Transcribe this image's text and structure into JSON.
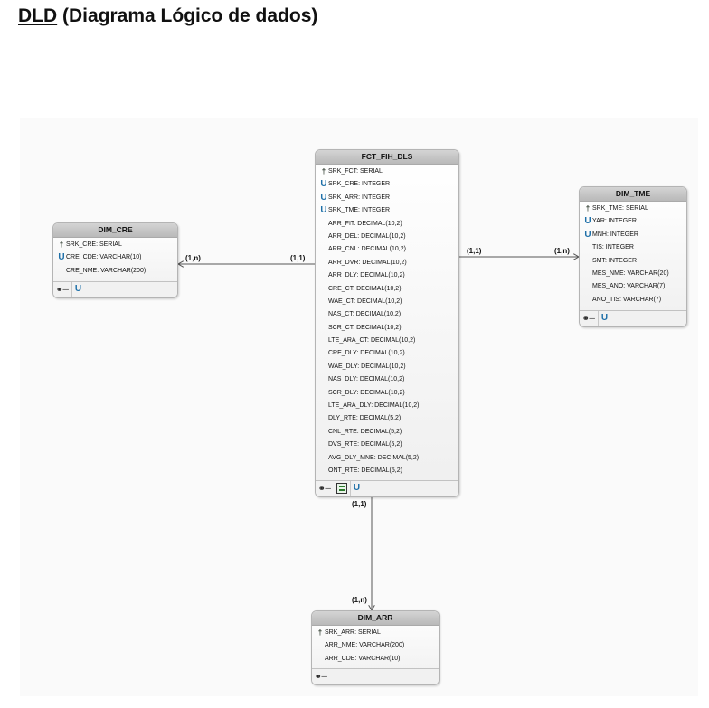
{
  "title": {
    "abbr": "DLD",
    "rest": " (Diagrama Lógico de dados)"
  },
  "colors": {
    "header": "#c3c3c3",
    "fk_icon": "#1d6fa8",
    "line": "#555555"
  },
  "icons": {
    "pk": "key-icon",
    "fk": "foreign-key-u-icon",
    "index": "index-icon"
  },
  "entities": {
    "fct": {
      "name": "FCT_FIH_DLS",
      "fields": [
        {
          "text": "SRK_FCT: SERIAL",
          "mark": "pk"
        },
        {
          "text": "SRK_CRE: INTEGER",
          "mark": "fk"
        },
        {
          "text": "SRK_ARR: INTEGER",
          "mark": "fk"
        },
        {
          "text": "SRK_TME: INTEGER",
          "mark": "fk"
        },
        {
          "text": "ARR_FIT: DECIMAL(10,2)",
          "mark": ""
        },
        {
          "text": "ARR_DEL: DECIMAL(10,2)",
          "mark": ""
        },
        {
          "text": "ARR_CNL: DECIMAL(10,2)",
          "mark": ""
        },
        {
          "text": "ARR_DVR: DECIMAL(10,2)",
          "mark": ""
        },
        {
          "text": "ARR_DLY: DECIMAL(10,2)",
          "mark": ""
        },
        {
          "text": "CRE_CT: DECIMAL(10,2)",
          "mark": ""
        },
        {
          "text": "WAE_CT: DECIMAL(10,2)",
          "mark": ""
        },
        {
          "text": "NAS_CT: DECIMAL(10,2)",
          "mark": ""
        },
        {
          "text": "SCR_CT: DECIMAL(10,2)",
          "mark": ""
        },
        {
          "text": "LTE_ARA_CT: DECIMAL(10,2)",
          "mark": ""
        },
        {
          "text": "CRE_DLY: DECIMAL(10,2)",
          "mark": ""
        },
        {
          "text": "WAE_DLY: DECIMAL(10,2)",
          "mark": ""
        },
        {
          "text": "NAS_DLY: DECIMAL(10,2)",
          "mark": ""
        },
        {
          "text": "SCR_DLY: DECIMAL(10,2)",
          "mark": ""
        },
        {
          "text": "LTE_ARA_DLY: DECIMAL(10,2)",
          "mark": ""
        },
        {
          "text": "DLY_RTE: DECIMAL(5,2)",
          "mark": ""
        },
        {
          "text": "CNL_RTE: DECIMAL(5,2)",
          "mark": ""
        },
        {
          "text": "DVS_RTE: DECIMAL(5,2)",
          "mark": ""
        },
        {
          "text": "AVG_DLY_MNE: DECIMAL(5,2)",
          "mark": ""
        },
        {
          "text": "ONT_RTE: DECIMAL(5,2)",
          "mark": ""
        }
      ]
    },
    "cre": {
      "name": "DIM_CRE",
      "fields": [
        {
          "text": "SRK_CRE: SERIAL",
          "mark": "pk"
        },
        {
          "text": "CRE_CDE: VARCHAR(10)",
          "mark": "fk"
        },
        {
          "text": "CRE_NME: VARCHAR(200)",
          "mark": ""
        }
      ]
    },
    "tme": {
      "name": "DIM_TME",
      "fields": [
        {
          "text": "SRK_TME: SERIAL",
          "mark": "pk"
        },
        {
          "text": "YAR: INTEGER",
          "mark": "fk"
        },
        {
          "text": "MNH: INTEGER",
          "mark": "fk"
        },
        {
          "text": "TIS: INTEGER",
          "mark": ""
        },
        {
          "text": "SMT: INTEGER",
          "mark": ""
        },
        {
          "text": "MES_NME: VARCHAR(20)",
          "mark": ""
        },
        {
          "text": "MES_ANO: VARCHAR(7)",
          "mark": ""
        },
        {
          "text": "ANO_TIS: VARCHAR(7)",
          "mark": ""
        }
      ]
    },
    "arr": {
      "name": "DIM_ARR",
      "fields": [
        {
          "text": "SRK_ARR: SERIAL",
          "mark": "pk"
        },
        {
          "text": "ARR_NME: VARCHAR(200)",
          "mark": ""
        },
        {
          "text": "ARR_CDE: VARCHAR(10)",
          "mark": ""
        }
      ]
    }
  },
  "relationships": {
    "fct_cre": {
      "from_card": "(1,1)",
      "to_card": "(1,n)"
    },
    "fct_tme": {
      "from_card": "(1,1)",
      "to_card": "(1,n)"
    },
    "fct_arr": {
      "from_card": "(1,1)",
      "to_card": "(1,n)"
    }
  }
}
